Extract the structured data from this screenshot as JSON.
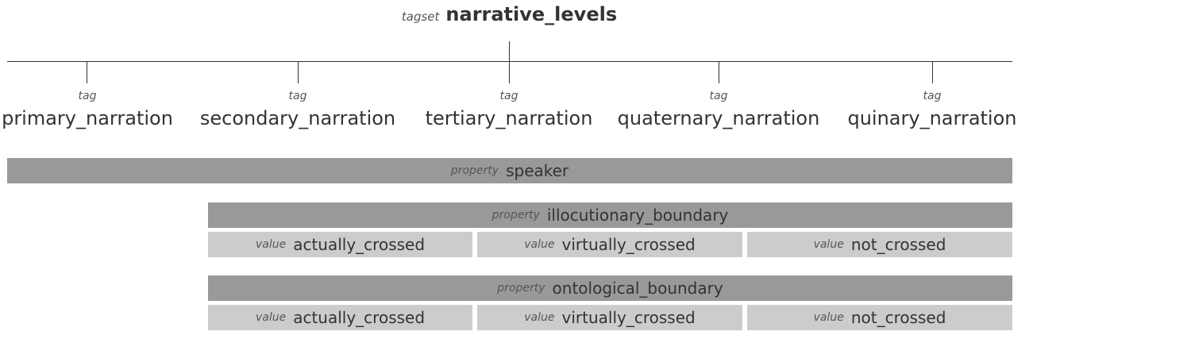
{
  "tagset": {
    "keyword": "tagset",
    "name": "narrative_levels"
  },
  "tags": [
    {
      "keyword": "tag",
      "name": "primary_narration"
    },
    {
      "keyword": "tag",
      "name": "secondary_narration"
    },
    {
      "keyword": "tag",
      "name": "tertiary_narration"
    },
    {
      "keyword": "tag",
      "name": "quaternary_narration"
    },
    {
      "keyword": "tag",
      "name": "quinary_narration"
    }
  ],
  "properties": [
    {
      "keyword": "property",
      "name": "speaker",
      "values": []
    },
    {
      "keyword": "property",
      "name": "illocutionary_boundary",
      "values": [
        {
          "keyword": "value",
          "name": "actually_crossed"
        },
        {
          "keyword": "value",
          "name": "virtually_crossed"
        },
        {
          "keyword": "value",
          "name": "not_crossed"
        }
      ]
    },
    {
      "keyword": "property",
      "name": "ontological_boundary",
      "values": [
        {
          "keyword": "value",
          "name": "actually_crossed"
        },
        {
          "keyword": "value",
          "name": "virtually_crossed"
        },
        {
          "keyword": "value",
          "name": "not_crossed"
        }
      ]
    }
  ],
  "colors": {
    "property_bar": "#999999",
    "value_bar": "#cccccc",
    "line": "#333333"
  }
}
